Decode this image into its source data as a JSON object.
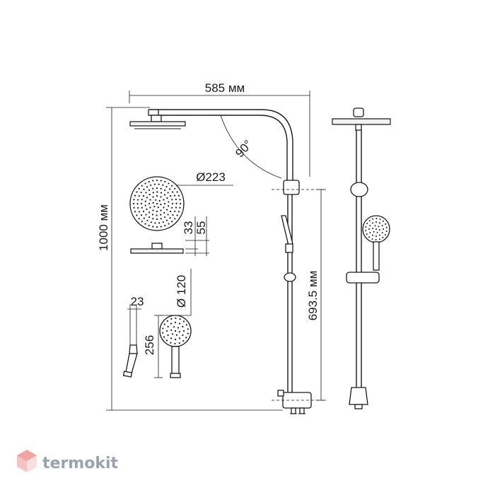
{
  "dimensions": {
    "width": "585 мм",
    "height": "1000 мм",
    "angle": "90°",
    "head_diameter": "Ø223",
    "head_height_a": "33",
    "head_height_b": "55",
    "hand_diameter": "Ø 120",
    "hand_width": "23",
    "hand_length": "256",
    "bar_height": "693.5 мм"
  },
  "brand": {
    "name": "termokit",
    "icon": "cube-logo-icon",
    "color": "#9aa3ad",
    "accent": "#f2a3a3"
  }
}
